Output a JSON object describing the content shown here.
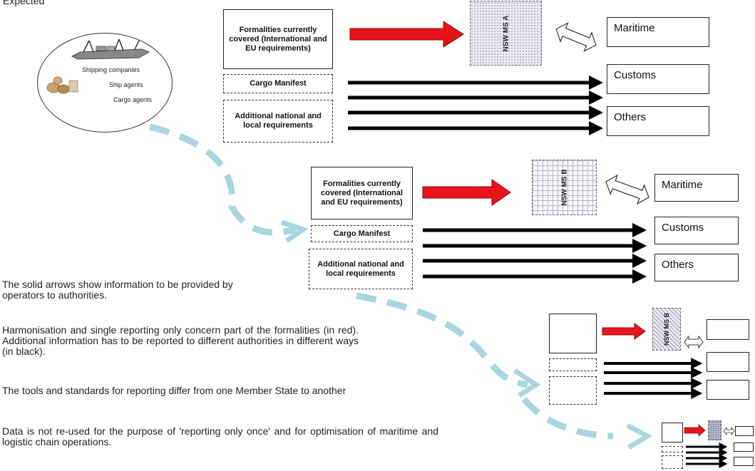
{
  "top_heading": "Expected",
  "operators": {
    "labels": [
      "Shipping companies",
      "Ship agents",
      "Cargo agents"
    ]
  },
  "stage1": {
    "formalities": "Formalities currently covered (International and EU requirements)",
    "cargo_manifest": "Cargo Manifest",
    "additional": "Additional national and local requirements",
    "nsw_label": "NSW MS A",
    "authorities": [
      "Maritime",
      "Customs",
      "Others"
    ]
  },
  "stage2": {
    "formalities": "Formalities currently covered (International and EU requirements)",
    "cargo_manifest": "Cargo Manifest",
    "additional": "Additional national and local requirements",
    "nsw_label": "NSW MS B",
    "authorities": [
      "Maritime",
      "Customs",
      "Others"
    ]
  },
  "stage3": {
    "nsw_label": "NSW MS B"
  },
  "text": {
    "p1": "The solid arrows show information to be provided by operators to authorities.",
    "p2": "Harmonisation and single reporting only concern part of the formalities (in red). Additional information has to be reported to different authorities in different ways (in black).",
    "p3": "The tools and standards for reporting differ from one Member State to another",
    "p4": "Data is not re-used for the purpose of 'reporting only once' and for optimisation of maritime and logistic chain operations."
  },
  "colors": {
    "red_arrow": "#e8141a",
    "black_arrow": "#000000",
    "teal_path": "#a9d6de"
  }
}
